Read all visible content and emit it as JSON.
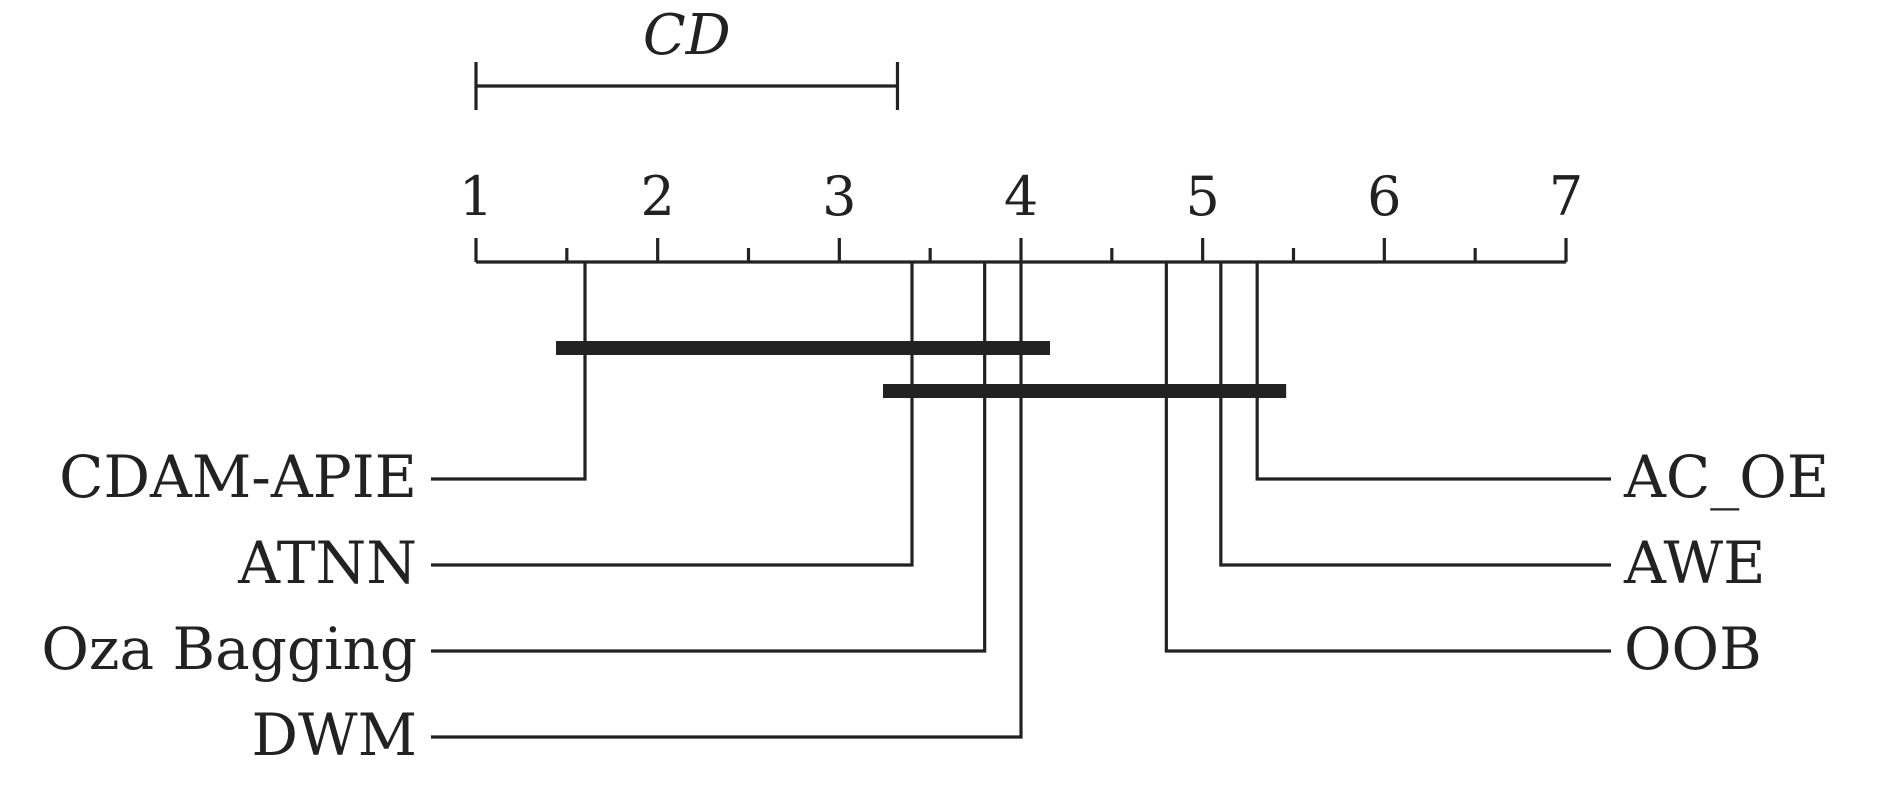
{
  "chart_data": {
    "type": "critical-difference",
    "cd_label": "CD",
    "cd_value": 2.32,
    "axis": {
      "min": 1,
      "max": 7,
      "ticks": [
        "1",
        "2",
        "3",
        "4",
        "5",
        "6",
        "7"
      ]
    },
    "methods": [
      {
        "name": "CDAM-APIE",
        "rank": 1.6,
        "side": "left"
      },
      {
        "name": "ATNN",
        "rank": 3.4,
        "side": "left"
      },
      {
        "name": "Oza Bagging",
        "rank": 3.8,
        "side": "left"
      },
      {
        "name": "DWM",
        "rank": 4.0,
        "side": "left"
      },
      {
        "name": "AC_OE",
        "rank": 5.3,
        "side": "right"
      },
      {
        "name": "AWE",
        "rank": 5.1,
        "side": "right"
      },
      {
        "name": "OOB",
        "rank": 4.8,
        "side": "right"
      }
    ],
    "cliques": [
      {
        "from": 1.6,
        "to": 4.0
      },
      {
        "from": 3.4,
        "to": 5.3
      }
    ],
    "colors": {
      "ink": "#222222",
      "background": "#ffffff"
    }
  }
}
